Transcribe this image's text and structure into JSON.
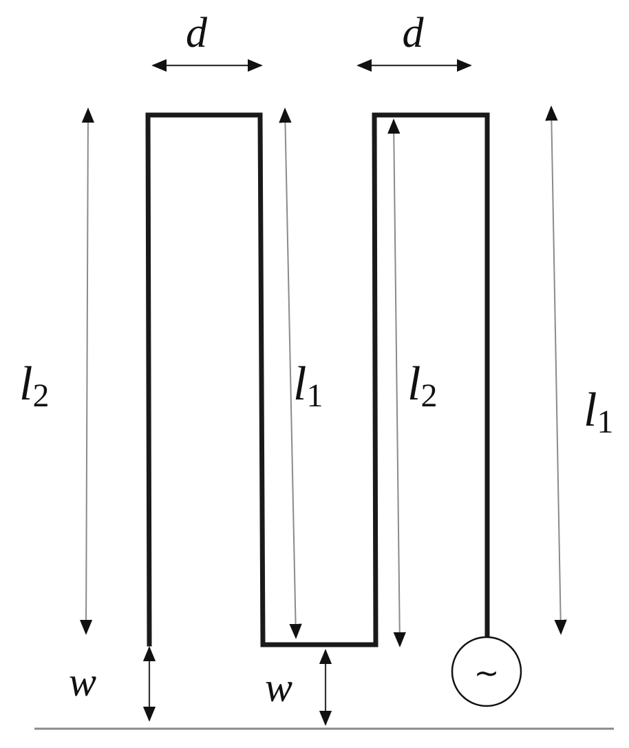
{
  "labels": {
    "d_left": "d",
    "d_right": "d",
    "l2_outer_main": "l",
    "l2_outer_sub": "2",
    "l1_inner_main": "l",
    "l1_inner_sub": "1",
    "l2_inner_main": "l",
    "l2_inner_sub": "2",
    "l1_outer_main": "l",
    "l1_outer_sub": "1",
    "w_left": "w",
    "w_center": "w",
    "source_symbol": "~"
  }
}
